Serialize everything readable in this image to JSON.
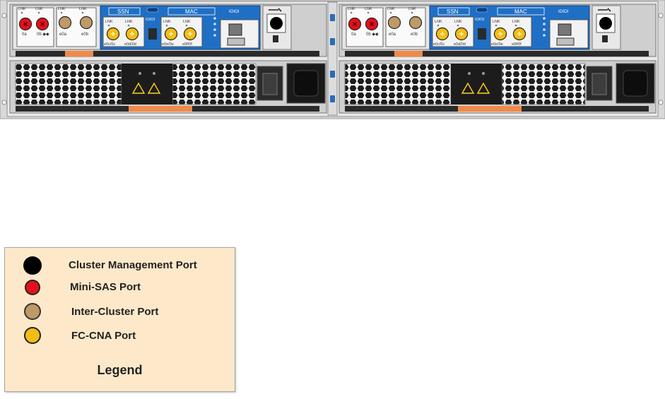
{
  "colors": {
    "cluster_mgmt": "#000000",
    "mini_sas": "#e3101c",
    "inter_cluster": "#bf9a68",
    "fc_cna": "#f3bd14",
    "mezz_blue": "#1f6fc5",
    "legend_bg": "#fde9c9"
  },
  "controllers": [
    {
      "ssn_label": "SSN",
      "mac_label": "MAC",
      "ioio_label": "IOIOI",
      "lnk_label": "LNK",
      "sas_labels": [
        "0a",
        "0b ◆◆"
      ],
      "inter_labels": [
        "e0a",
        "e0b"
      ],
      "cna_labels": [
        "e0c/0c",
        "e0d/0d",
        "e0e/0e",
        "e0f/0f"
      ]
    },
    {
      "ssn_label": "SSN",
      "mac_label": "MAC",
      "ioio_label": "IOIOI",
      "lnk_label": "LNK",
      "sas_labels": [
        "0a",
        "0b ◆◆"
      ],
      "inter_labels": [
        "e0a",
        "e0b"
      ],
      "cna_labels": [
        "e0c/0c",
        "e0d/0d",
        "e0e/0e",
        "e0f/0f"
      ]
    }
  ],
  "legend": {
    "title": "Legend",
    "items": [
      {
        "label": "Cluster Management Port",
        "port": "cluster_mgmt"
      },
      {
        "label": "Mini-SAS Port",
        "port": "mini_sas"
      },
      {
        "label": "Inter-Cluster Port",
        "port": "inter_cluster"
      },
      {
        "label": "FC-CNA Port",
        "port": "fc_cna"
      }
    ]
  }
}
